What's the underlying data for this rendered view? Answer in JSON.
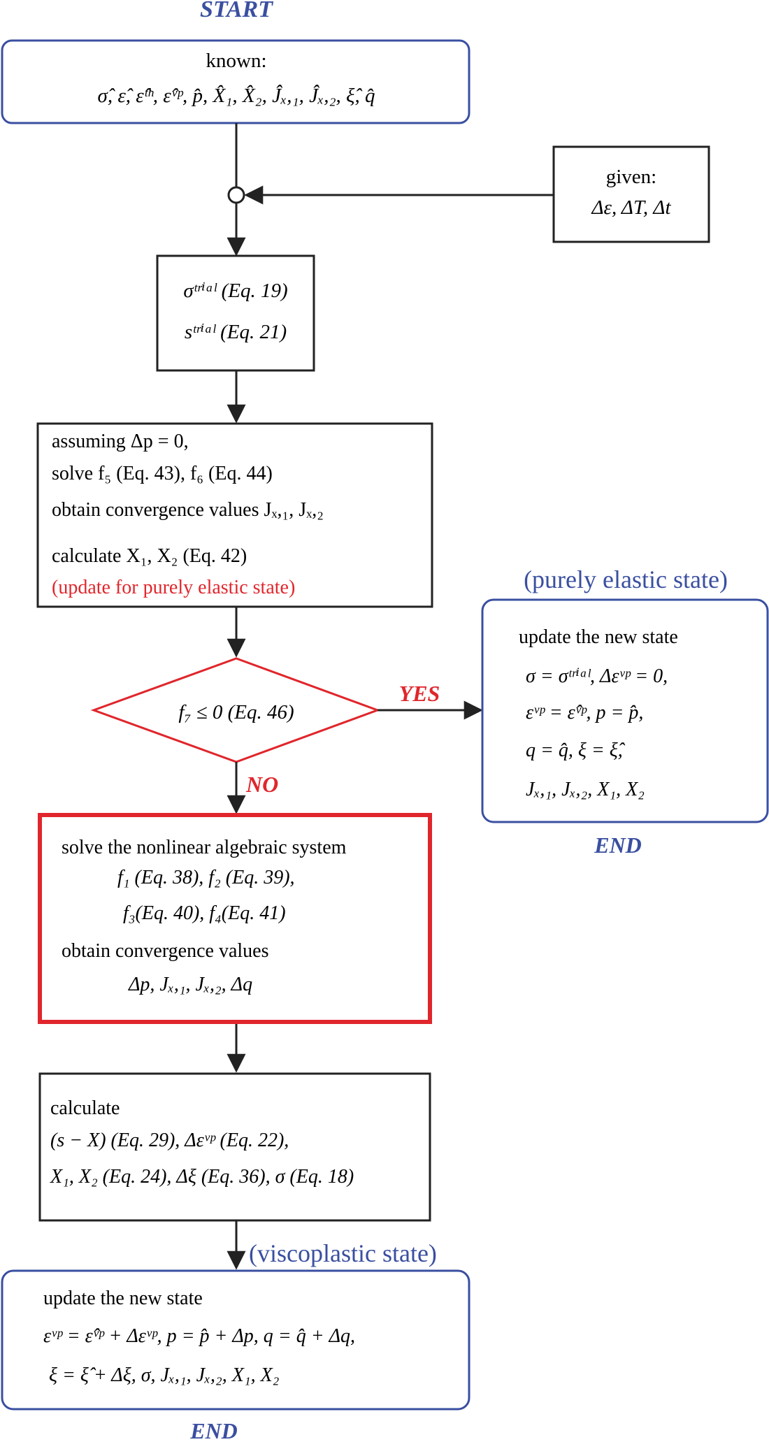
{
  "colors": {
    "blue": "#3a4fa0",
    "red": "#e0262c",
    "line": "#222222"
  },
  "start": {
    "label": "START"
  },
  "known_box": {
    "title": "known:",
    "vars": "σ̂,  ε̂,  ε̂ᵗʰ,  ε̂ᵛᵖ,  p̂,  X̂₁,  X̂₂,  Ĵₓ,₁,  Ĵₓ,₂,  ξ̂,  q̂"
  },
  "given_box": {
    "title": "given:",
    "vars": "Δε, ΔT, Δt"
  },
  "trial_box": {
    "line1": "σᵗʳⁱᵃˡ  (Eq. 19)",
    "line2": "sᵗʳⁱᵃˡ  (Eq. 21)"
  },
  "assume_box": {
    "line1": "assuming  Δp = 0,",
    "line2": "solve f₅  (Eq. 43),  f₆ (Eq. 44)",
    "line3": "obtain convergence  values  Jₓ,₁,  Jₓ,₂",
    "line4": "calculate   X₁,  X₂ (Eq. 42)",
    "line5": "(update for purely elastic state)"
  },
  "decision": {
    "text": "f₇ ≤ 0 (Eq. 46)",
    "yes": "YES",
    "no": "NO"
  },
  "elastic_state": {
    "heading": "(purely elastic state)",
    "line1": "update the new state",
    "line2": "σ = σᵗʳⁱᵃˡ,  Δεᵛᵖ = 0,",
    "line3": "εᵛᵖ = ε̂ᵛᵖ,  p = p̂,",
    "line4": "q = q̂,  ξ = ξ̂,",
    "line5": "Jₓ,₁,  Jₓ,₂,  X₁,  X₂",
    "end": "END"
  },
  "solve_box": {
    "line1": "solve the nonlinear algebraic system",
    "line2": "f₁ (Eq. 38),  f₂ (Eq. 39),",
    "line3": "f₃(Eq. 40),  f₄(Eq. 41)",
    "line4": "obtain convergence  values",
    "line5": "Δp,  Jₓ,₁,  Jₓ,₂,  Δq"
  },
  "calc_box": {
    "line1": "calculate",
    "line2": "(s − X)  (Eq. 29),  Δεᵛᵖ (Eq. 22),",
    "line3": "X₁, X₂ (Eq. 24),  Δξ (Eq. 36),  σ (Eq. 18)"
  },
  "visco_state": {
    "heading": "(viscoplastic state)",
    "line1": "update the new state",
    "line2": "εᵛᵖ = ε̂ᵛᵖ + Δεᵛᵖ,  p = p̂ + Δp,  q = q̂ + Δq,",
    "line3": "ξ = ξ̂ + Δξ,  σ,  Jₓ,₁,  Jₓ,₂,  X₁,  X₂",
    "end": "END"
  }
}
